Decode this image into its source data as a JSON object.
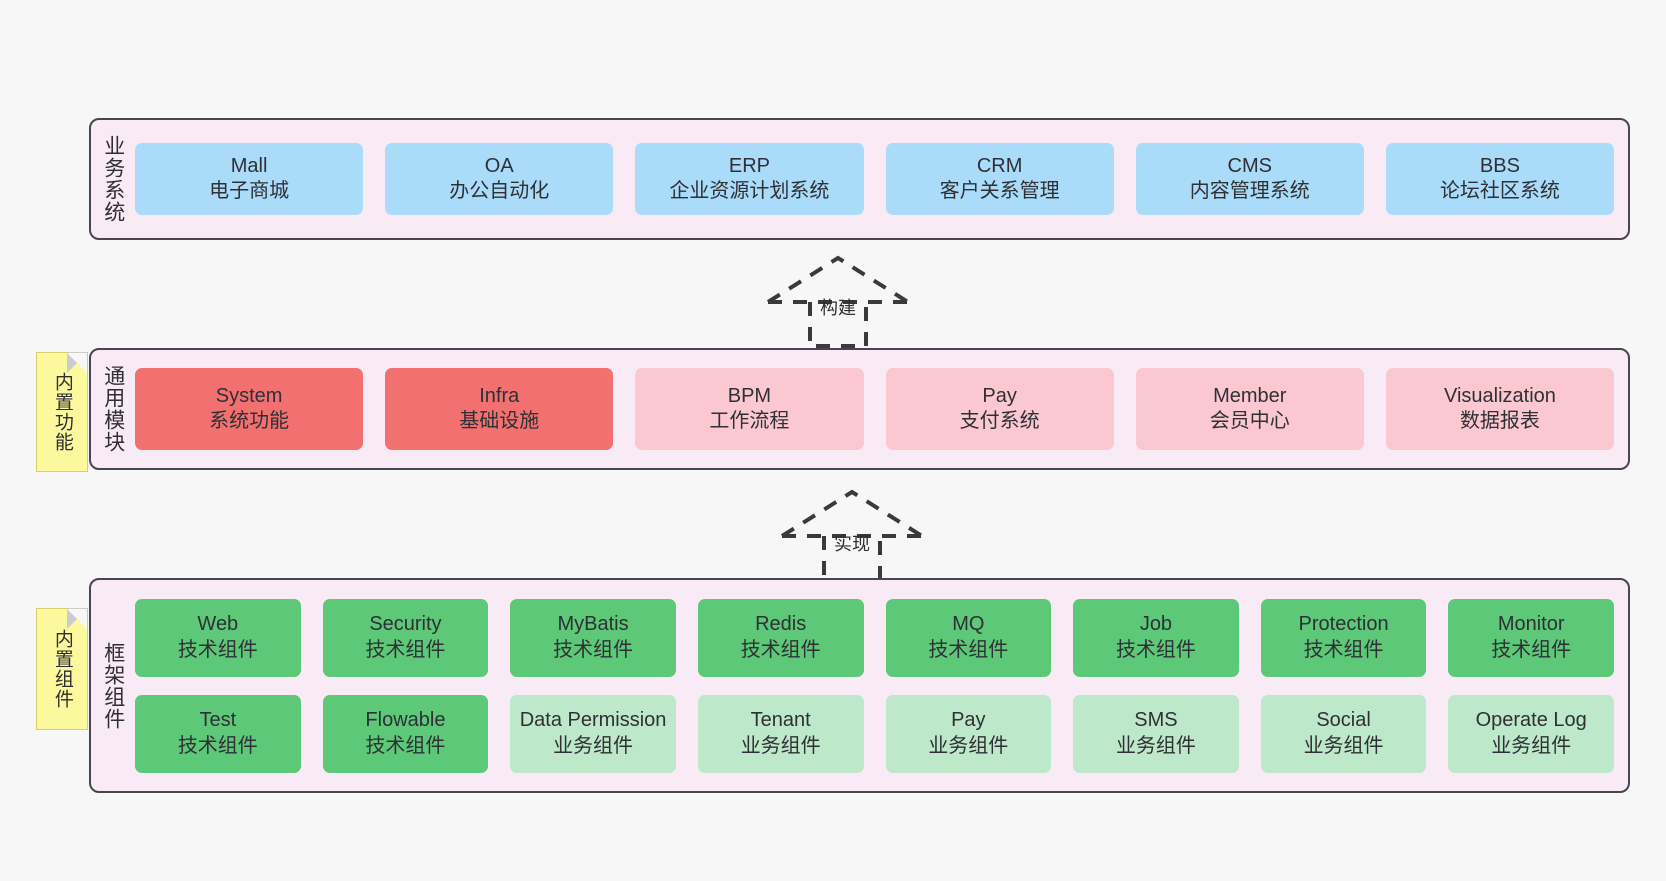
{
  "canvas": {
    "background": "#f7f7f7",
    "border_color": "#4a4450",
    "layer_fill": "#f9ebf5"
  },
  "colors": {
    "business_card": "#aadcfa",
    "module_core": "#f2706f",
    "module_optional": "#fbc8d1",
    "component_tech": "#5cc878",
    "component_business": "#bde8c9",
    "note": "#fcf89e"
  },
  "layers": [
    {
      "id": "business",
      "title": "业务系统",
      "rows": [
        [
          {
            "name": "Mall",
            "desc": "电子商城",
            "style": "c-blue"
          },
          {
            "name": "OA",
            "desc": "办公自动化",
            "style": "c-blue"
          },
          {
            "name": "ERP",
            "desc": "企业资源计划系统",
            "style": "c-blue"
          },
          {
            "name": "CRM",
            "desc": "客户关系管理",
            "style": "c-blue"
          },
          {
            "name": "CMS",
            "desc": "内容管理系统",
            "style": "c-blue"
          },
          {
            "name": "BBS",
            "desc": "论坛社区系统",
            "style": "c-blue"
          }
        ]
      ]
    },
    {
      "id": "common",
      "title": "通用模块",
      "rows": [
        [
          {
            "name": "System",
            "desc": "系统功能",
            "style": "c-red"
          },
          {
            "name": "Infra",
            "desc": "基础设施",
            "style": "c-red"
          },
          {
            "name": "BPM",
            "desc": "工作流程",
            "style": "c-pink"
          },
          {
            "name": "Pay",
            "desc": "支付系统",
            "style": "c-pink"
          },
          {
            "name": "Member",
            "desc": "会员中心",
            "style": "c-pink"
          },
          {
            "name": "Visualization",
            "desc": "数据报表",
            "style": "c-pink"
          }
        ]
      ]
    },
    {
      "id": "frame",
      "title": "框架组件",
      "rows": [
        [
          {
            "name": "Web",
            "desc": "技术组件",
            "style": "c-green"
          },
          {
            "name": "Security",
            "desc": "技术组件",
            "style": "c-green"
          },
          {
            "name": "MyBatis",
            "desc": "技术组件",
            "style": "c-green"
          },
          {
            "name": "Redis",
            "desc": "技术组件",
            "style": "c-green"
          },
          {
            "name": "MQ",
            "desc": "技术组件",
            "style": "c-green"
          },
          {
            "name": "Job",
            "desc": "技术组件",
            "style": "c-green"
          },
          {
            "name": "Protection",
            "desc": "技术组件",
            "style": "c-green"
          },
          {
            "name": "Monitor",
            "desc": "技术组件",
            "style": "c-green"
          }
        ],
        [
          {
            "name": "Test",
            "desc": "技术组件",
            "style": "c-green"
          },
          {
            "name": "Flowable",
            "desc": "技术组件",
            "style": "c-green"
          },
          {
            "name": "Data Permission",
            "desc": "业务组件",
            "style": "c-lightgreen"
          },
          {
            "name": "Tenant",
            "desc": "业务组件",
            "style": "c-lightgreen"
          },
          {
            "name": "Pay",
            "desc": "业务组件",
            "style": "c-lightgreen"
          },
          {
            "name": "SMS",
            "desc": "业务组件",
            "style": "c-lightgreen"
          },
          {
            "name": "Social",
            "desc": "业务组件",
            "style": "c-lightgreen"
          },
          {
            "name": "Operate Log",
            "desc": "业务组件",
            "style": "c-lightgreen"
          }
        ]
      ]
    }
  ],
  "arrows": [
    {
      "id": "build",
      "label": "构建",
      "direction": "up",
      "style": "dashed-generalization"
    },
    {
      "id": "impl",
      "label": "实现",
      "direction": "up",
      "style": "dashed-generalization"
    }
  ],
  "notes": [
    {
      "id": "builtin-func",
      "text": "内置功能"
    },
    {
      "id": "builtin-comp",
      "text": "内置组件"
    }
  ]
}
